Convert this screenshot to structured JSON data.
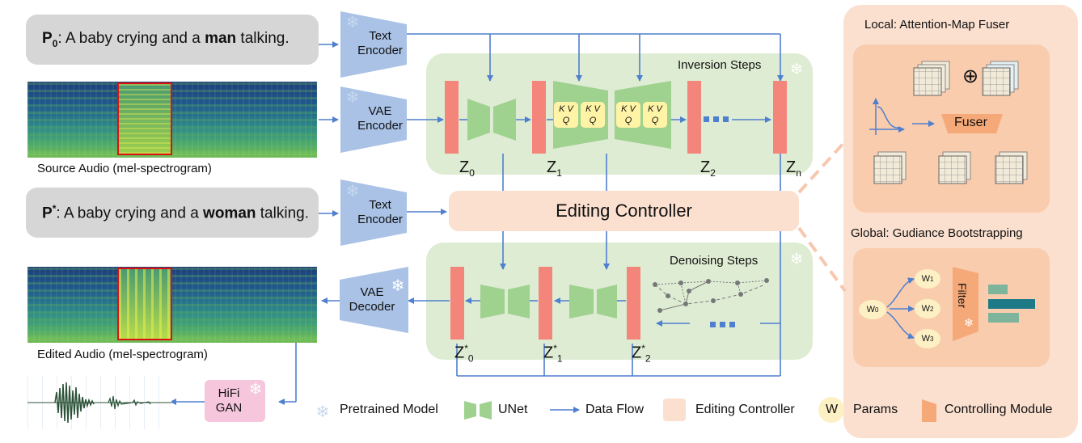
{
  "source_prompt": {
    "symbol": "P",
    "sub": "0",
    "text_before": ": A baby crying and a ",
    "bold": "man",
    "text_after": " talking."
  },
  "target_prompt": {
    "symbol": "P",
    "sup": "*",
    "text_before": ": A baby crying and a ",
    "bold": "woman",
    "text_after": " talking."
  },
  "source_caption": "Source Audio (mel-spectrogram)",
  "edited_caption": "Edited Audio (mel-spectrogram)",
  "modules": {
    "text_encoder_1": [
      "Text",
      "Encoder"
    ],
    "text_encoder_2": [
      "Text",
      "Encoder"
    ],
    "vae_encoder": [
      "VAE",
      "Encoder"
    ],
    "vae_decoder": [
      "VAE",
      "Decoder"
    ],
    "hifi_gan": [
      "HiFi",
      "GAN"
    ]
  },
  "inversion_title": "Inversion Steps",
  "denoising_title": "Denoising Steps",
  "editing_controller": "Editing Controller",
  "z_top": [
    {
      "base": "Z",
      "sub": "0"
    },
    {
      "base": "Z",
      "sub": "1"
    },
    {
      "base": "Z",
      "sub": "2"
    },
    {
      "base": "Z",
      "sub": "n"
    }
  ],
  "z_bottom": [
    {
      "base": "Z",
      "sup": "*",
      "sub": "0"
    },
    {
      "base": "Z",
      "sup": "*",
      "sub": "1"
    },
    {
      "base": "Z",
      "sup": "*",
      "sub": "2"
    }
  ],
  "kvq": {
    "top": "K V",
    "bottom": "Q"
  },
  "ellipsis": "...",
  "local_title": "Local: Attention-Map Fuser",
  "global_title": "Global: Gudiance Bootstrapping",
  "fuser_label": "Fuser",
  "filter_label": "Filter",
  "oplus": "⊕",
  "params": [
    {
      "base": "W",
      "sub": "0"
    },
    {
      "base": "W",
      "sub": "1"
    },
    {
      "base": "W",
      "sub": "2"
    },
    {
      "base": "W",
      "sub": "3"
    }
  ],
  "legend": {
    "pretrained": "Pretrained Model",
    "unet": "UNet",
    "flow": "Data Flow",
    "controller": "Editing Controller",
    "params_symbol": "W",
    "params": "Params",
    "controlling": "Controlling Module"
  },
  "colors": {
    "arrow": "#4f7fcf",
    "encoder": "#a9c2e6",
    "zbar": "#f4857a",
    "unet": "#9fd18f",
    "green_panel": "#deecd3",
    "peach_panel": "#fbe0cf",
    "module_orange": "#f6a978",
    "kvq": "#fff3a6",
    "hifi": "#f5c6dc"
  }
}
